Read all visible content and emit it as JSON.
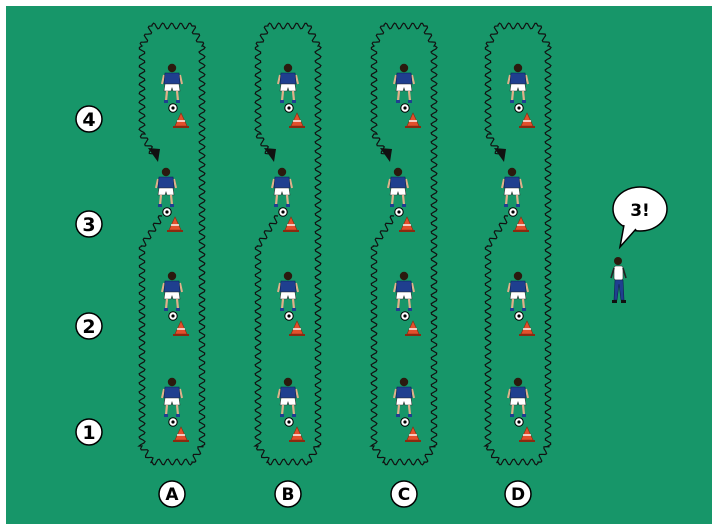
{
  "diagram": {
    "colors": {
      "pitch": "#179669",
      "player_shirt": "#1f3f8f",
      "player_shorts": "#ffffff",
      "cone": "#e2502c",
      "path": "#111111",
      "badge": "#ffffff"
    },
    "row_labels": [
      "1",
      "2",
      "3",
      "4"
    ],
    "column_labels": [
      "A",
      "B",
      "C",
      "D"
    ],
    "coach_callout": "3!",
    "active_row": "3"
  }
}
